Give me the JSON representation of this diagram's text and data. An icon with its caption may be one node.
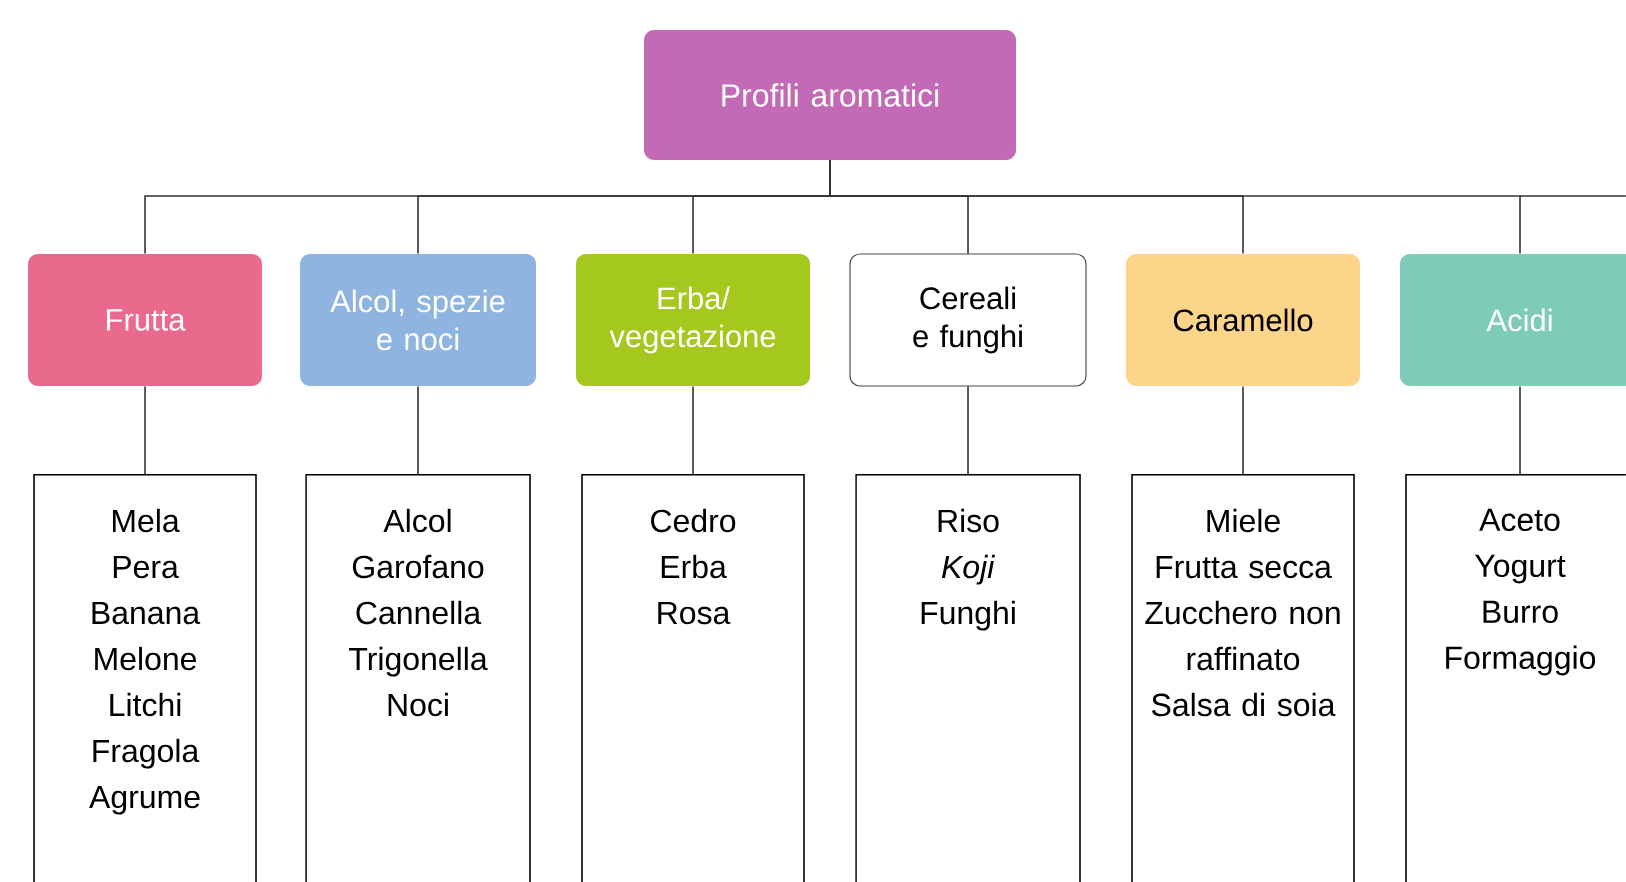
{
  "diagram": {
    "nodes": [
      {
        "text": [
          "Profili aromatici"
        ]
      },
      {
        "text": [
          "Frutta"
        ]
      },
      {
        "text": [
          "Alcol, spezie e noci"
        ]
      },
      {
        "text": [
          "Erba/ vegetazione"
        ]
      },
      {
        "text": [
          "Cereali e funghi"
        ]
      },
      {
        "text": [
          "Caramello"
        ]
      },
      {
        "text": [
          "Acidi"
        ]
      },
      {
        "text": [
          "Mela",
          "Pera",
          "Banana",
          "Melone",
          "Litchi",
          "Fragola",
          "Agrume"
        ]
      },
      {
        "text": [
          "Alcol",
          "Garofano",
          "Cannella",
          "Trigonella",
          "Noci"
        ]
      },
      {
        "text": [
          "Cedro",
          "Erba",
          "Rosa"
        ]
      },
      {
        "text": [
          "Riso",
          "*Koji*",
          "Funghi"
        ]
      },
      {
        "text": [
          "Miele",
          "Frutta secca",
          "Zucchero non raffinato",
          "Salsa di soia"
        ]
      },
      {
        "text": [
          "Aceto",
          "Yogurt",
          "Burro",
          "Formaggio"
        ]
      }
    ],
    "edges": [
      {
        "from": 0,
        "to": 1,
        "arrow": "none"
      },
      {
        "from": 0,
        "to": 2,
        "arrow": "none"
      },
      {
        "from": 0,
        "to": 3,
        "arrow": "none"
      },
      {
        "from": 0,
        "to": 4,
        "arrow": "none"
      },
      {
        "from": 0,
        "to": 5,
        "arrow": "none"
      },
      {
        "from": 0,
        "to": 6,
        "arrow": "none"
      },
      {
        "from": 1,
        "to": 7,
        "arrow": "none"
      },
      {
        "from": 2,
        "to": 8,
        "arrow": "none"
      },
      {
        "from": 3,
        "to": 9,
        "arrow": "none"
      },
      {
        "from": 4,
        "to": 10,
        "arrow": "none"
      },
      {
        "from": 5,
        "to": 11,
        "arrow": "none"
      },
      {
        "from": 6,
        "to": 12,
        "arrow": "none"
      }
    ]
  }
}
